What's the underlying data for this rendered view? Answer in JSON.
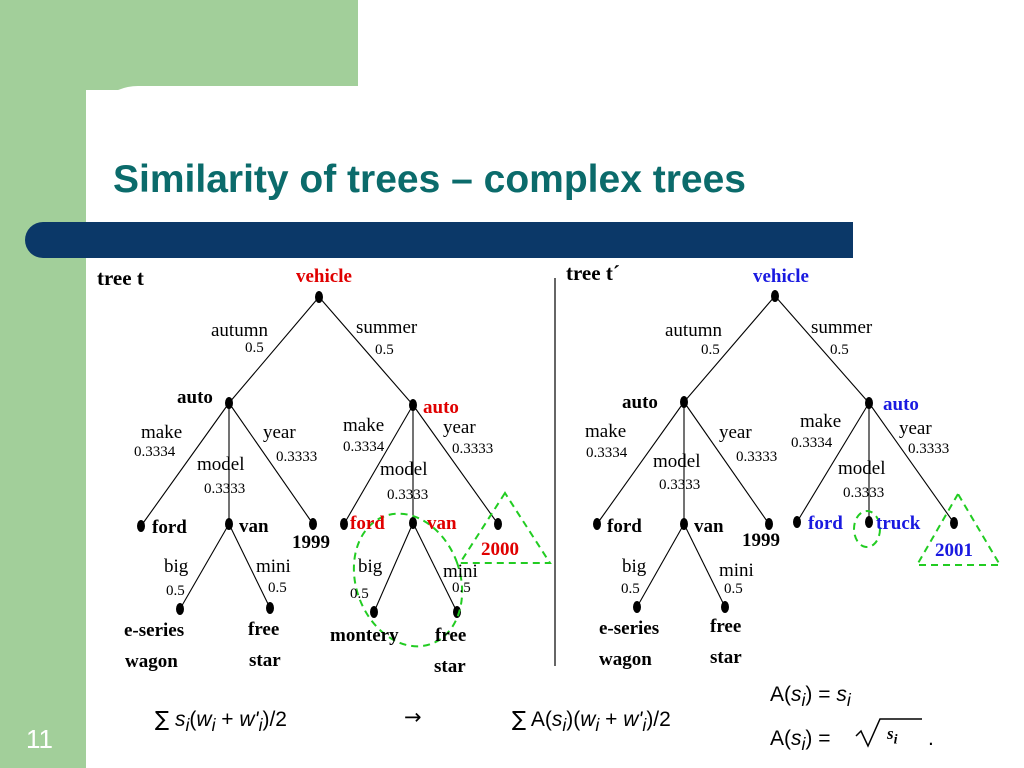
{
  "slide": {
    "title": "Similarity of trees – complex trees",
    "number": "11"
  },
  "tree_left": {
    "label": "tree t",
    "root": "vehicle",
    "e_autumn": "autumn",
    "w_autumn": "0.5",
    "e_summer": "summer",
    "w_summer": "0.5",
    "auto1": "auto",
    "auto2": "auto",
    "a1_make": "make",
    "a1_make_w": "0.3334",
    "a1_model": "model",
    "a1_model_w": "0.3333",
    "a1_year": "year",
    "a1_year_w": "0.3333",
    "a2_make": "make",
    "a2_make_w": "0.3334",
    "a2_model": "model",
    "a2_model_w": "0.3333",
    "a2_year": "year",
    "a2_year_w": "0.3333",
    "ford1": "ford",
    "van1": "van",
    "y1999": "1999",
    "ford2": "ford",
    "van2": "van",
    "y2000": "2000",
    "v1_big": "big",
    "v1_big_w": "0.5",
    "v1_mini": "mini",
    "v1_mini_w": "0.5",
    "v2_big": "big",
    "v2_big_w": "0.5",
    "v2_mini": "mini",
    "v2_mini_w": "0.5",
    "eseries_1": "e-series",
    "eseries_2": "wagon",
    "free1_1": "free",
    "free1_2": "star",
    "montery": "montery",
    "free2_1": "free",
    "free2_2": "star"
  },
  "tree_right": {
    "label": "tree t´",
    "root": "vehicle",
    "e_autumn": "autumn",
    "w_autumn": "0.5",
    "e_summer": "summer",
    "w_summer": "0.5",
    "auto1": "auto",
    "auto2": "auto",
    "a1_make": "make",
    "a1_make_w": "0.3334",
    "a1_model": "model",
    "a1_model_w": "0.3333",
    "a1_year": "year",
    "a1_year_w": "0.3333",
    "a2_make": "make",
    "a2_make_w": "0.3334",
    "a2_model": "model",
    "a2_model_w": "0.3333",
    "a2_year": "year",
    "a2_year_w": "0.3333",
    "ford1": "ford",
    "van1": "van",
    "y1999": "1999",
    "ford2": "ford",
    "truck": "truck",
    "y2001": "2001",
    "v1_big": "big",
    "v1_big_w": "0.5",
    "v1_mini": "mini",
    "v1_mini_w": "0.5",
    "eseries_1": "e-series",
    "eseries_2": "wagon",
    "free1_1": "free",
    "free1_2": "star"
  },
  "formulas": {
    "f1_sum": "∑",
    "f1_s": "s",
    "f1_si": "i",
    "f1_open": "(",
    "f1_w": "w",
    "f1_wi": "i",
    "f1_plus": " + ",
    "f1_w2": "w'",
    "f1_w2i": "i",
    "f1_close": ")/2",
    "arrow": "→",
    "f2_sum": "∑",
    "f2_A": " A(",
    "f2_s": "s",
    "f2_si": "i",
    "f2_open": ")(",
    "f2_w": "w",
    "f2_wi": "i",
    "f2_plus": " + ",
    "f2_w2": "w'",
    "f2_w2i": "i",
    "f2_close": ")/2",
    "d1_A": "A(",
    "d1_s": "s",
    "d1_si": "i",
    "d1_eq": ") = ",
    "d1_rs": "s",
    "d1_rsi": "i",
    "d2_A": "A(",
    "d2_s": "s",
    "d2_si": "i",
    "d2_eq": ") =",
    "d2_rs": "s",
    "d2_rsi": "i",
    "d2_dot": "."
  }
}
